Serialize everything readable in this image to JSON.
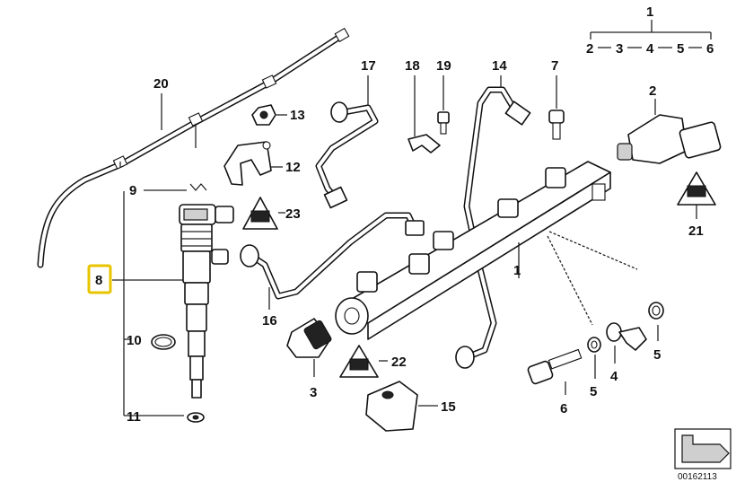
{
  "labels": {
    "l1_top": "1",
    "l2a": "2",
    "l3a": "3",
    "l4a": "4",
    "l5a": "5",
    "l6a": "6",
    "l20": "20",
    "l17": "17",
    "l18": "18",
    "l19": "19",
    "l14": "14",
    "l7": "7",
    "l2": "2",
    "l13": "13",
    "l12": "12",
    "l9": "9",
    "l23": "23",
    "l8": "8",
    "l10": "10",
    "l11": "11",
    "l16": "16",
    "l1": "1",
    "l22": "22",
    "l3": "3",
    "l15": "15",
    "l21": "21",
    "l5_right": "5",
    "l4": "4",
    "l5_bottom": "5",
    "l6": "6"
  },
  "highlighted_label": "8",
  "diagram_id": "00162113",
  "colors": {
    "highlight": "#e8c400",
    "ink": "#111111"
  }
}
